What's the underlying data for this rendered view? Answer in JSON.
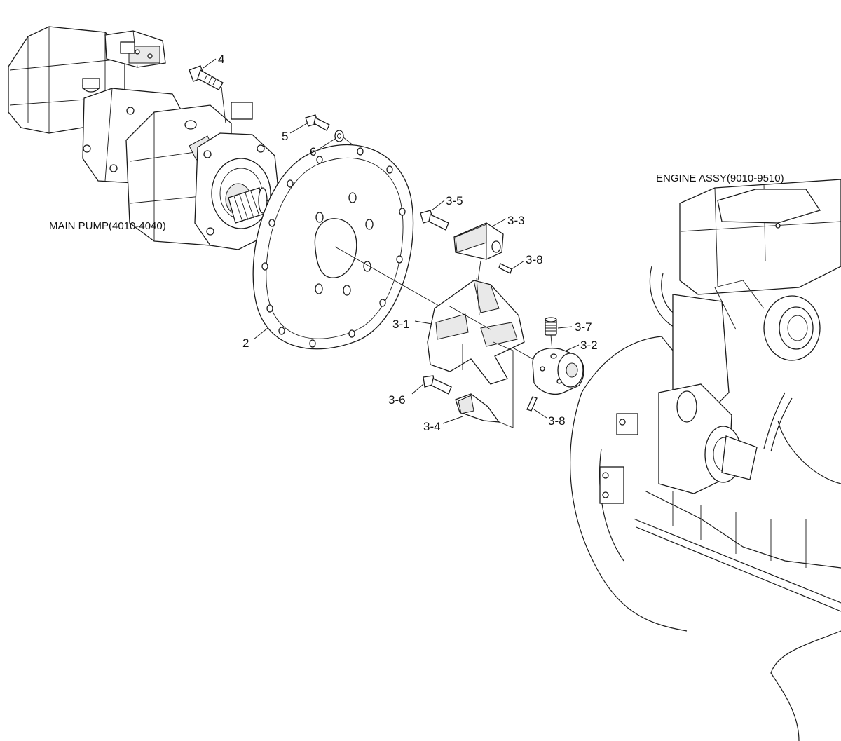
{
  "assemblies": {
    "main_pump": "MAIN PUMP(4010-4040)",
    "engine": "ENGINE ASSY(9010-9510)"
  },
  "callouts": {
    "p2": "2",
    "p3_1": "3-1",
    "p3_2": "3-2",
    "p3_3": "3-3",
    "p3_4": "3-4",
    "p3_5": "3-5",
    "p3_6": "3-6",
    "p3_7": "3-7",
    "p3_8a": "3-8",
    "p3_8b": "3-8",
    "p4": "4",
    "p5": "5",
    "p6": "6"
  }
}
